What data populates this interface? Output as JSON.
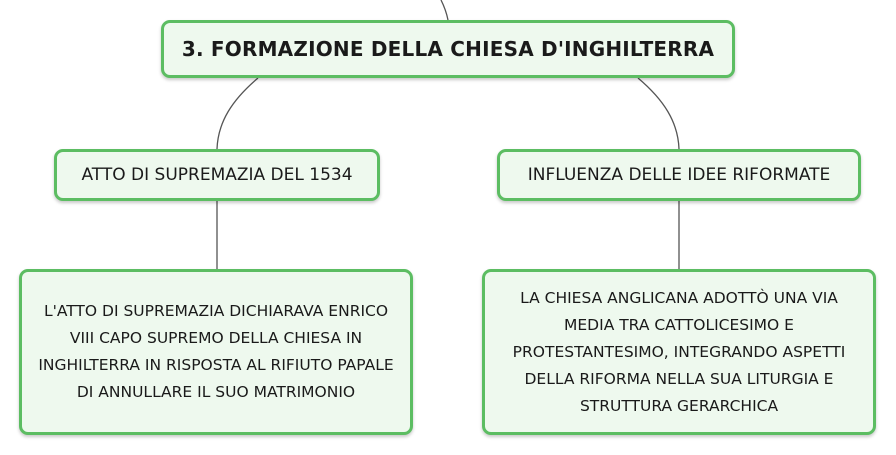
{
  "root": {
    "label": "3. FORMAZIONE DELLA CHIESA D'INGHILTERRA"
  },
  "branches": [
    {
      "label": "ATTO DI SUPREMAZIA DEL 1534",
      "detail": "L'ATTO DI SUPREMAZIA DICHIARAVA ENRICO VIII CAPO SUPREMO DELLA CHIESA IN INGHILTERRA IN RISPOSTA AL RIFIUTO PAPALE DI ANNULLARE IL SUO MATRIMONIO"
    },
    {
      "label": "INFLUENZA DELLE IDEE RIFORMATE",
      "detail": "LA CHIESA ANGLICANA ADOTTÒ UNA VIA MEDIA TRA CATTOLICESIMO E PROTESTANTESIMO, INTEGRANDO ASPETTI DELLA RIFORMA NELLA SUA LITURGIA E STRUTTURA GERARCHICA"
    }
  ],
  "colors": {
    "node_border": "#5cbd62",
    "node_fill": "#eef9ee",
    "connector": "#555555"
  }
}
